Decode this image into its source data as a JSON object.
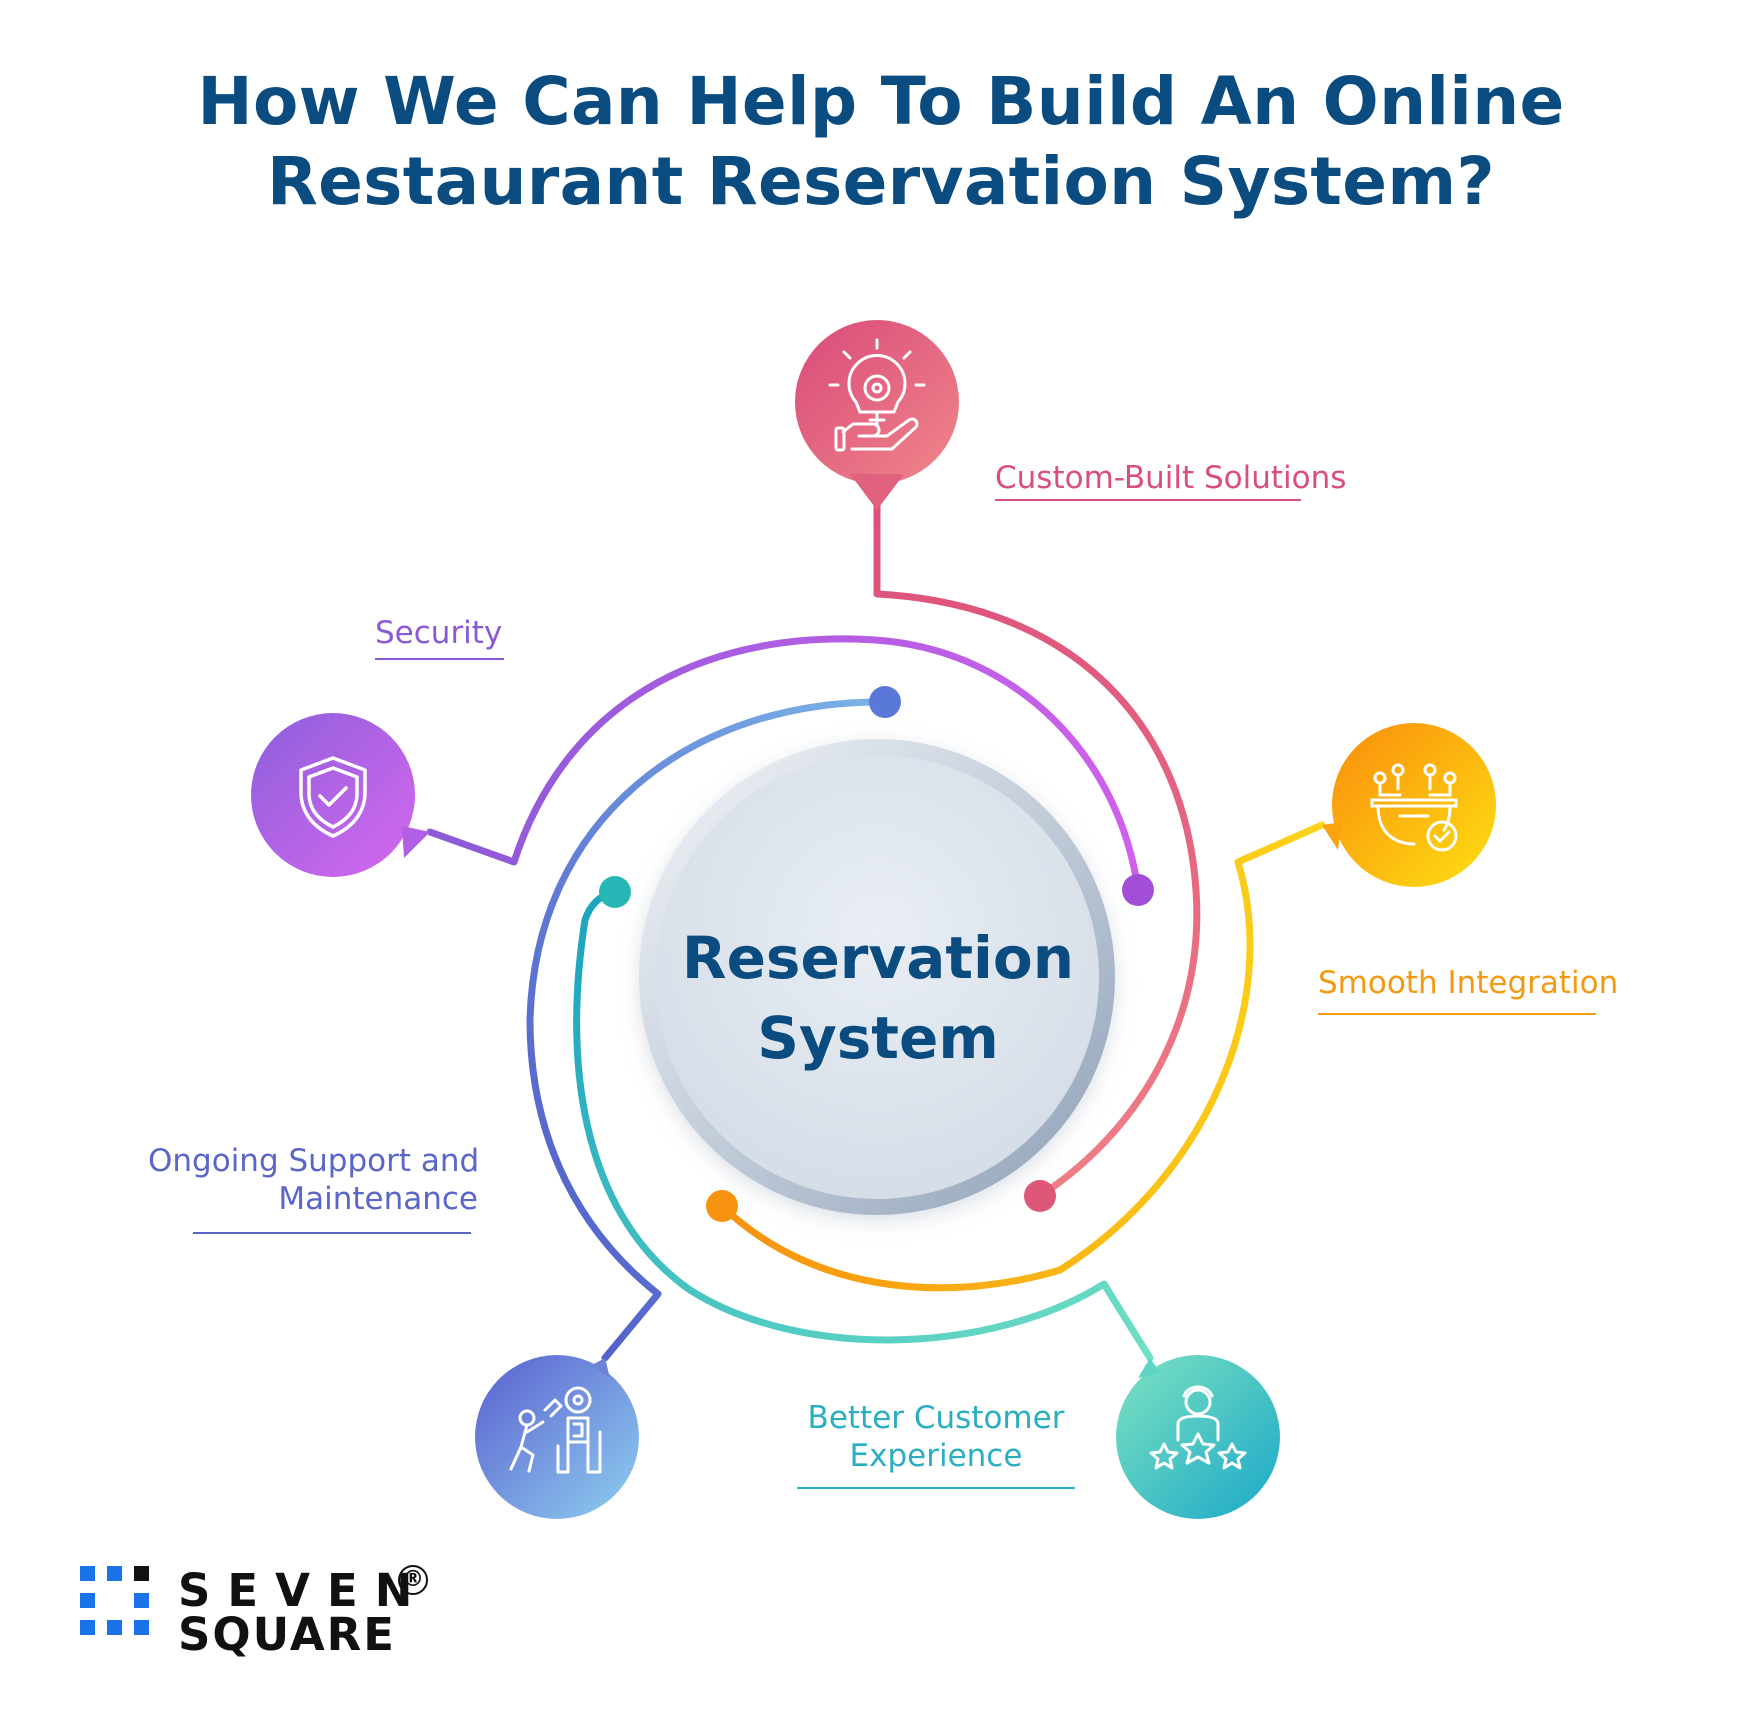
{
  "title": {
    "line1": "How We Can Help To Build An Online",
    "line2": "Restaurant Reservation System?"
  },
  "center": {
    "line1": "Reservation",
    "line2": "System"
  },
  "items": [
    {
      "label": "Custom-Built Solutions",
      "color": "#d94f7c",
      "icon": "lightbulb-gear-hand-icon"
    },
    {
      "label": "Security",
      "color": "#8a5ad6",
      "icon": "shield-check-icon"
    },
    {
      "label": "Smooth Integration",
      "color": "#f39a12",
      "icon": "integration-gear-check-icon"
    },
    {
      "label1": "Ongoing Support and",
      "label2": "Maintenance",
      "color": "#5a66c8",
      "icon": "maintenance-worker-icon"
    },
    {
      "label1": "Better Customer",
      "label2": "Experience",
      "color": "#2aaec0",
      "icon": "customer-stars-icon"
    }
  ],
  "logo": {
    "line1": "SEVEN",
    "line2": "SQUARE",
    "mark": "®",
    "color": "#1a73e8"
  }
}
